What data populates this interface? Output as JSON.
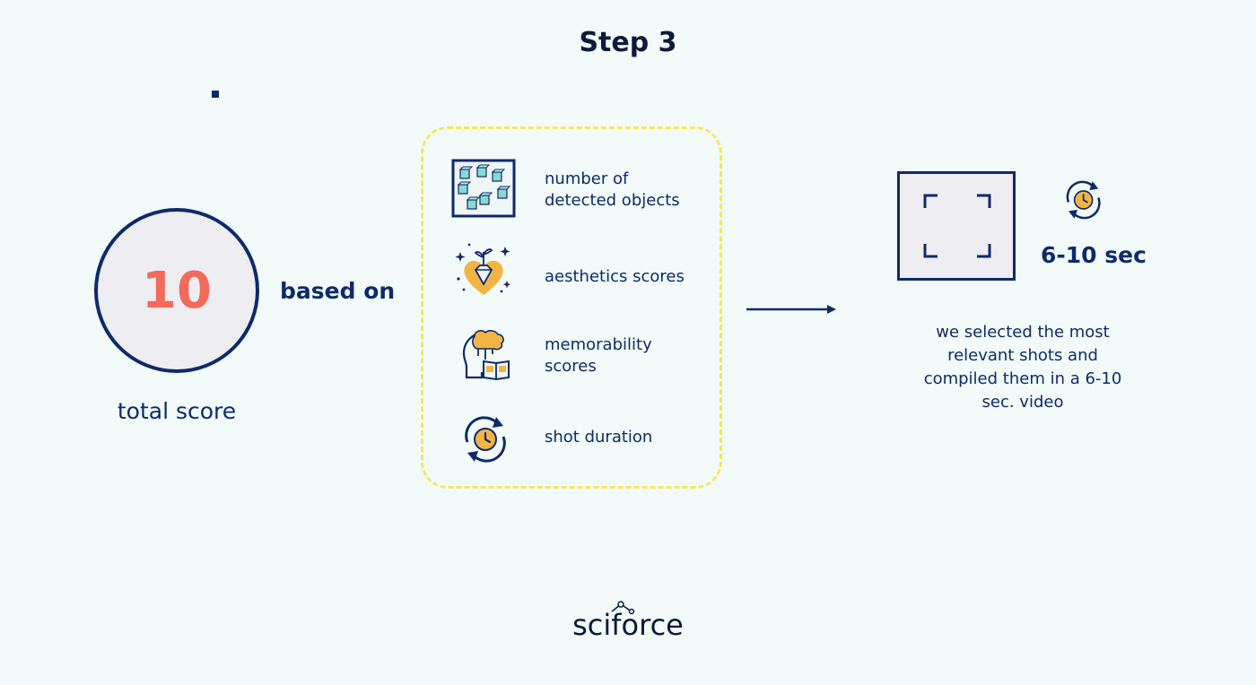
{
  "title": "Step 3",
  "score": {
    "value": "10",
    "label": "total score"
  },
  "connector_label": "based on",
  "criteria": [
    {
      "label_lines": [
        "number of",
        "detected objects"
      ],
      "icon": "cubes-icon"
    },
    {
      "label_lines": [
        "aesthetics scores"
      ],
      "icon": "diamond-heart-icon"
    },
    {
      "label_lines": [
        "memorability",
        "scores"
      ],
      "icon": "brain-book-icon"
    },
    {
      "label_lines": [
        "shot duration"
      ],
      "icon": "clock-cycle-icon"
    }
  ],
  "result": {
    "duration": "6-10 sec",
    "description_lines": [
      "we selected the most",
      "relevant shots and",
      "compiled them in a 6-10",
      "sec. video"
    ]
  },
  "logo": {
    "text": "sciforce"
  },
  "colors": {
    "navy": "#0f2a6b",
    "coral": "#f26a5b",
    "yellow_dash": "#f5e85a",
    "gold": "#f2b544",
    "teal": "#8ad8d4",
    "background": "#f2fbf9"
  }
}
